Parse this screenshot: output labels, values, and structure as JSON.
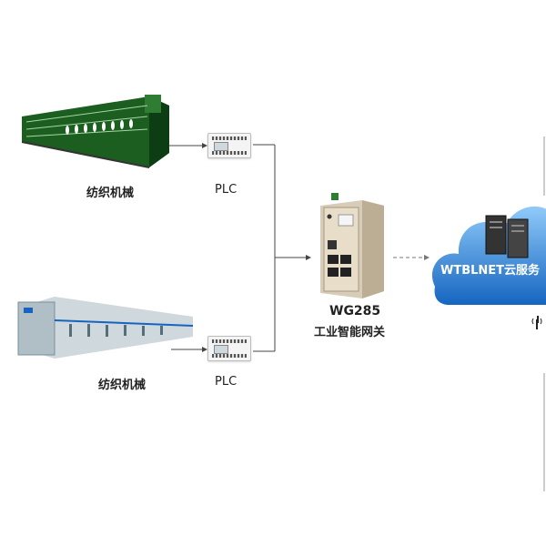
{
  "machines": [
    {
      "label": "纺织机械"
    },
    {
      "label": "纺织机械"
    }
  ],
  "plcs": [
    {
      "label": "PLC"
    },
    {
      "label": "PLC"
    }
  ],
  "gateway": {
    "model": "WG285",
    "name": "工业智能网关"
  },
  "cloud": {
    "label": "WTBLNET云服务"
  },
  "colors": {
    "cloud": "#1e88e5",
    "cloud_light": "#64b5f6",
    "machine_green": "#2e7d32",
    "machine_blue": "#90a4ae"
  }
}
